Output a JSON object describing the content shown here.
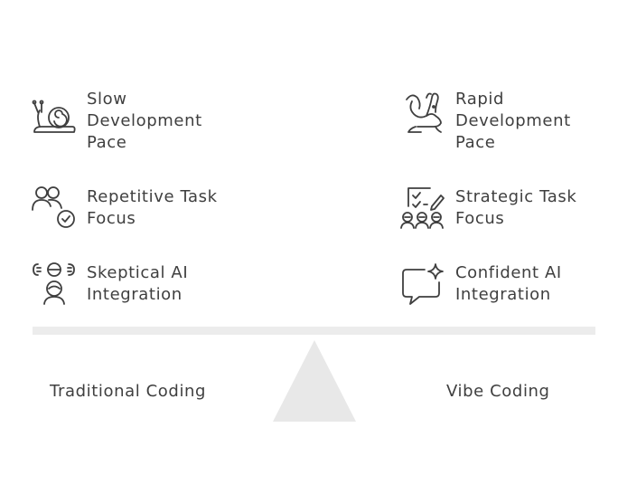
{
  "left": {
    "title": "Traditional Coding",
    "items": [
      {
        "icon": "snail-icon",
        "label": "Slow\nDevelopment\nPace"
      },
      {
        "icon": "users-check-icon",
        "label": "Repetitive Task\nFocus"
      },
      {
        "icon": "skeptical-person-icon",
        "label": "Skeptical AI\nIntegration"
      }
    ]
  },
  "right": {
    "title": "Vibe Coding",
    "items": [
      {
        "icon": "rabbit-icon",
        "label": "Rapid\nDevelopment\nPace"
      },
      {
        "icon": "strategy-team-icon",
        "label": "Strategic Task\nFocus"
      },
      {
        "icon": "chat-sparkle-icon",
        "label": "Confident AI\nIntegration"
      }
    ]
  },
  "colors": {
    "text": "#3f3f3f",
    "beam": "#ececec",
    "fulcrum": "#e8e8e8"
  }
}
